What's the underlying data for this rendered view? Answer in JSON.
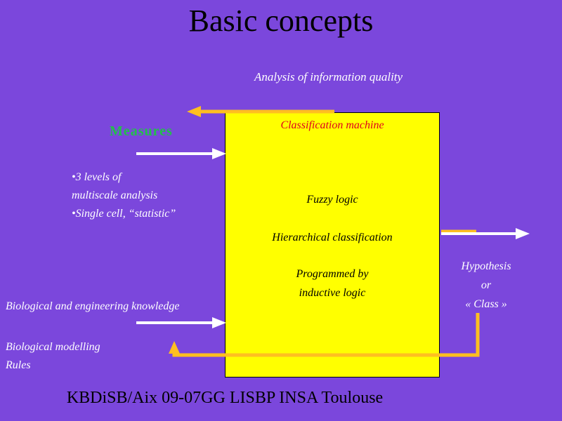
{
  "title": "Basic concepts",
  "top_note": "Analysis of information quality",
  "measures_label": "Measures",
  "bullets": [
    {
      "lines": [
        "•3 levels of",
        "multiscale analysis"
      ]
    },
    {
      "lines": [
        "•Single cell, “statistic”"
      ]
    }
  ],
  "machine": {
    "title": "Classification machine",
    "fuzzy": "Fuzzy logic",
    "hierarchical": "Hierarchical classification",
    "programmed_line1": "Programmed by",
    "programmed_line2": "inductive logic"
  },
  "bio_knowledge": "Biological and engineering knowledge",
  "bio_modelling": "Biological modelling",
  "rules": "Rules",
  "output": {
    "line1": "Hypothesis",
    "line2": "or",
    "line3": "« Class »"
  },
  "footer": "KBDiSB/Aix 09-07GG LISBP INSA Toulouse",
  "colors": {
    "background": "#7b47dc",
    "box": "#ffff00",
    "arrow_orange": "#ffbf20",
    "measures_green": "#22c04a",
    "machine_title_red": "#e0001c"
  }
}
